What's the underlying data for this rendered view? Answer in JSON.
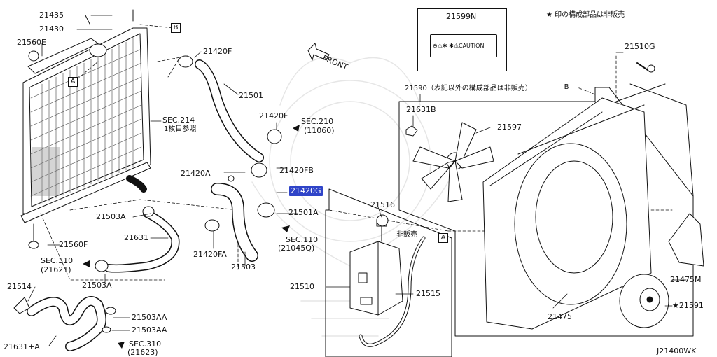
{
  "diagram": {
    "code": "J21400WK",
    "note": "★ 印の構成部品は非販売",
    "front_label": "FRONT",
    "caution_card": {
      "part": "21599N",
      "text": "CAUTION"
    },
    "box_refs": {
      "a": "A",
      "b": "B"
    },
    "labels": {
      "p21435": "21435",
      "p21430": "21430",
      "p21560e": "21560E",
      "p21420f_top": "21420F",
      "p21501": "21501",
      "p21420f_mid": "21420F",
      "sec210": "SEC.210",
      "sec210_sub": "(11060)",
      "sec214": "SEC.214",
      "sec214_sub": "1枚目参照",
      "p21420a": "21420A",
      "p21420fb": "21420FB",
      "p21420g": "21420G",
      "p21501a": "21501A",
      "sec110": "SEC.110",
      "sec110_sub": "(21045Q)",
      "p21503a_1": "21503A",
      "p21631": "21631",
      "p21560f": "21560F",
      "sec310_a": "SEC.310",
      "sec310_a_sub": "(21621)",
      "p21503a_2": "21503A",
      "p21420fa": "21420FA",
      "p21503": "21503",
      "p21514": "21514",
      "p21503aa_1": "21503AA",
      "p21503aa_2": "21503AA",
      "p21631a": "21631+A",
      "sec310_b": "SEC.310",
      "sec310_b_sub": "(21623)",
      "p21516": "21516",
      "hibaihin": "非販売",
      "p21510": "21510",
      "p21515": "21515",
      "p21510g": "21510G",
      "p21590": "21590（表記以外の構成部品は非販売）",
      "p21631b": "21631B",
      "p21597": "21597",
      "p21475m": "21475M",
      "p21475": "21475",
      "p21591": "★21591"
    }
  }
}
